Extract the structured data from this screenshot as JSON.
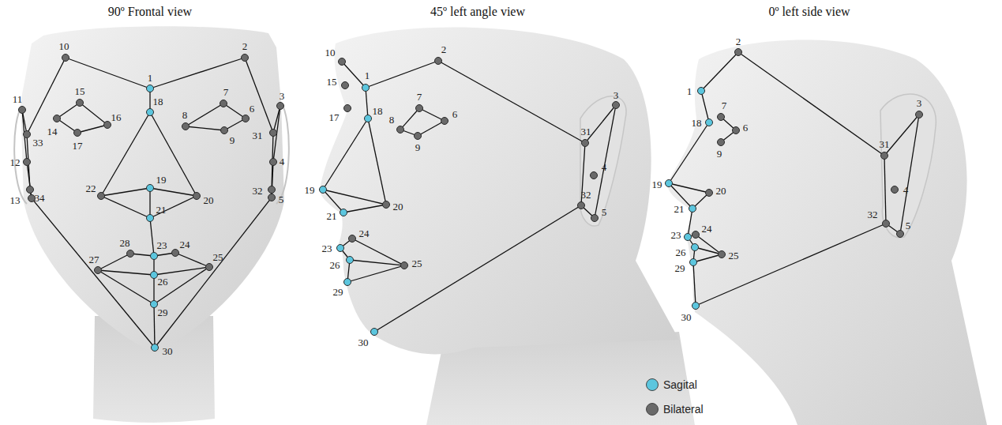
{
  "diagram": {
    "labels": [
      "90º Frontal view",
      "1",
      "2",
      "3",
      "4",
      "5",
      "6",
      "7",
      "8",
      "9",
      "10",
      "11",
      "12",
      "13",
      "14",
      "15",
      "16",
      "17",
      "18",
      "19",
      "20",
      "21",
      "22",
      "23",
      "24",
      "25",
      "26",
      "27",
      "28",
      "29",
      "30",
      "31",
      "32",
      "33",
      "34",
      "45º left angle view",
      "10",
      "1",
      "2",
      "15",
      "17",
      "18",
      "7",
      "8",
      "6",
      "9",
      "3",
      "31",
      "4",
      "32",
      "5",
      "19",
      "20",
      "21",
      "24",
      "23",
      "26",
      "25",
      "29",
      "30",
      "0º left side view",
      "1",
      "2",
      "18",
      "7",
      "6",
      "9",
      "3",
      "31",
      "4",
      "32",
      "5",
      "19",
      "20",
      "21",
      "24",
      "23",
      "26",
      "25",
      "29",
      "30"
    ],
    "legend": [
      {
        "text": "Sagital",
        "color": "#5cc6de"
      },
      {
        "text": "Bilateral",
        "color": "#6a6a6a"
      }
    ]
  }
}
